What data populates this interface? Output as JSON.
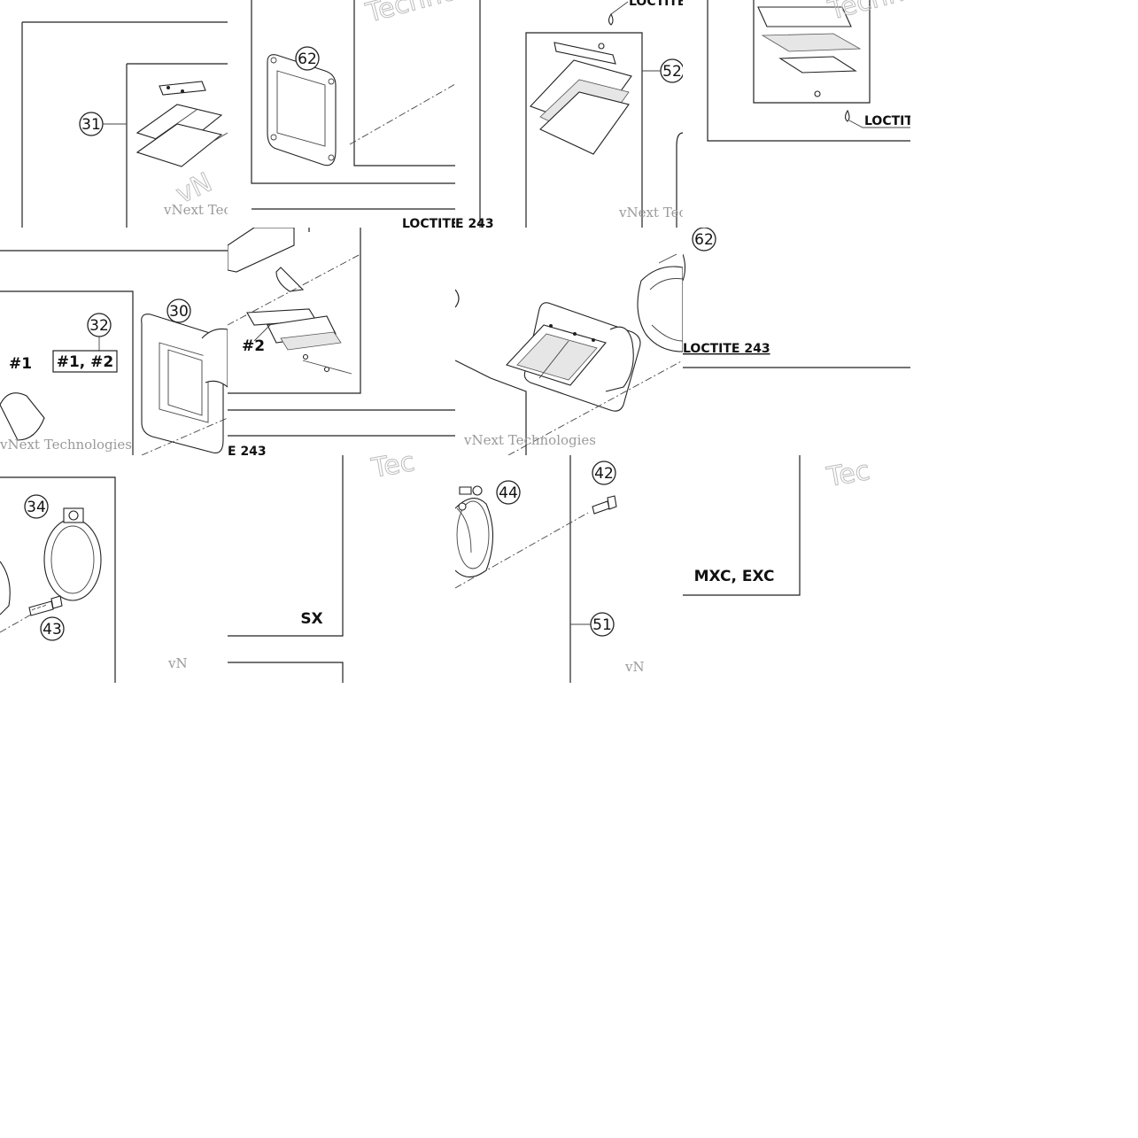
{
  "callouts": {
    "c30": "30",
    "c31": "31",
    "c32": "32",
    "c34": "34",
    "c42": "42",
    "c43": "43",
    "c44": "44",
    "c51": "51",
    "c52": "52",
    "c62": "62"
  },
  "labels": {
    "loctite": "LOCTITE",
    "loctite_243": "LOCTITE 243",
    "loctite_frag_a": "LOCTITE 243",
    "loctite_frag_b": "E 243",
    "loctite_frag_c": "E 243",
    "loctite_top": "LOCTITE",
    "variant_1": "#1",
    "variant_2": "#2",
    "variant_12": "#1, #2",
    "model_sx": "SX",
    "model_mxc_exc": "MXC, EXC"
  },
  "watermarks": {
    "brand_a": "vNext Technologies",
    "brand_b": "vNext Tec",
    "brand_c": "Techno",
    "brand_d": "Tec",
    "brand_e": "vN"
  }
}
